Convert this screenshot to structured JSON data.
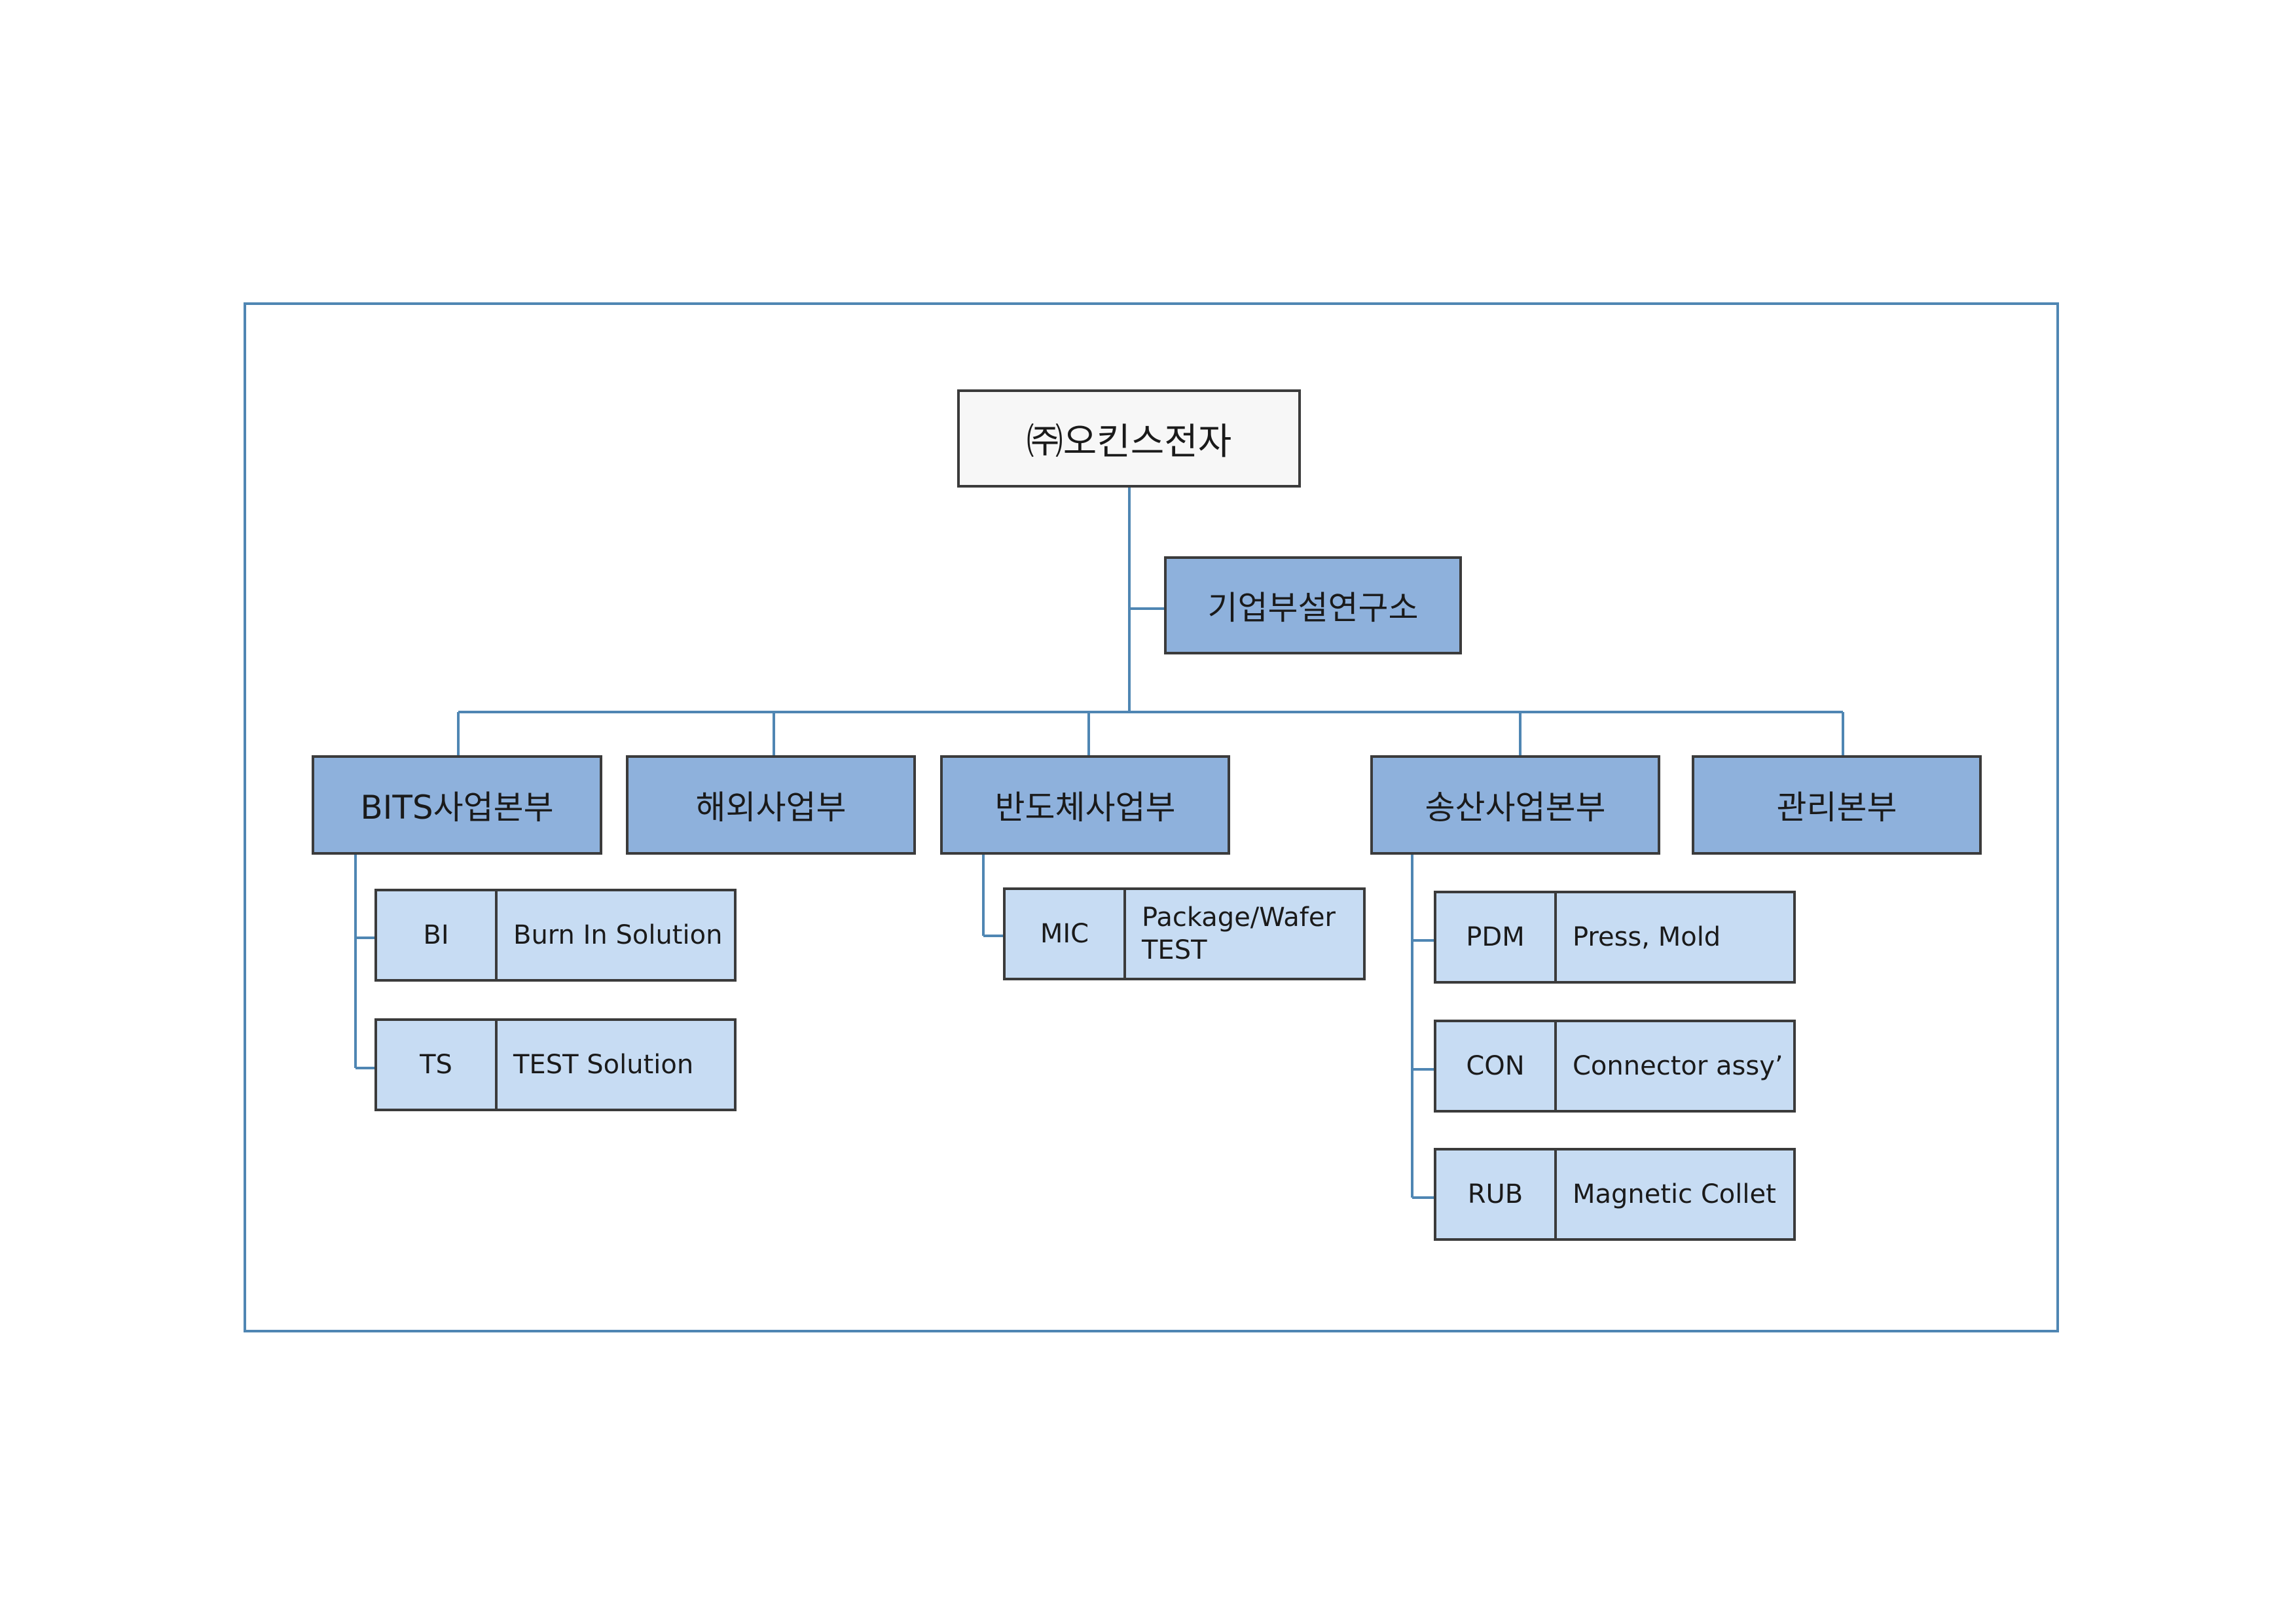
{
  "org": {
    "company": "㈜오킨스전자",
    "lab": "기업부설연구소",
    "divisions": [
      {
        "label": "BITS사업본부"
      },
      {
        "label": "해외사업부"
      },
      {
        "label": "반도체사업부"
      },
      {
        "label": "송산사업본부"
      },
      {
        "label": "관리본부"
      }
    ],
    "units": [
      {
        "code": "BI",
        "desc": "Burn In Solution"
      },
      {
        "code": "TS",
        "desc": "TEST Solution"
      },
      {
        "code": "MIC",
        "desc": "Package/Wafer\nTEST"
      },
      {
        "code": "PDM",
        "desc": "Press, Mold"
      },
      {
        "code": "CON",
        "desc": "Connector assy’"
      },
      {
        "code": "RUB",
        "desc": "Magnetic Collet"
      }
    ]
  },
  "colors": {
    "connector": "#4f86b3",
    "division_fill": "#8eb1dc",
    "unit_fill": "#c7dcf3"
  }
}
